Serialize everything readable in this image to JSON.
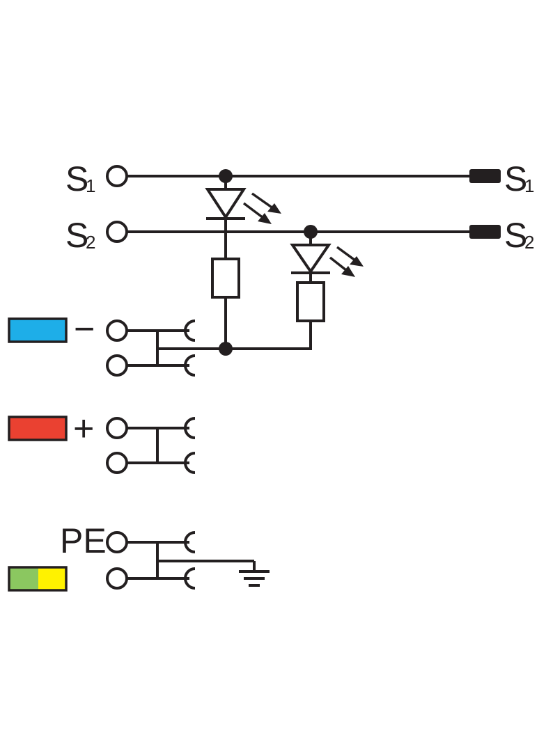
{
  "labels": {
    "s1_left_main": "S",
    "s1_left_sub": "1",
    "s2_left_main": "S",
    "s2_left_sub": "2",
    "s1_right_main": "S",
    "s1_right_sub": "1",
    "s2_right_main": "S",
    "s2_right_sub": "2",
    "minus": "−",
    "plus": "+",
    "pe": "PE"
  },
  "colors": {
    "line": "#231f20",
    "minus_marker": "#1eaee8",
    "plus_marker": "#ea4131",
    "pe_green": "#8bc760",
    "pe_yellow": "#fff200"
  }
}
